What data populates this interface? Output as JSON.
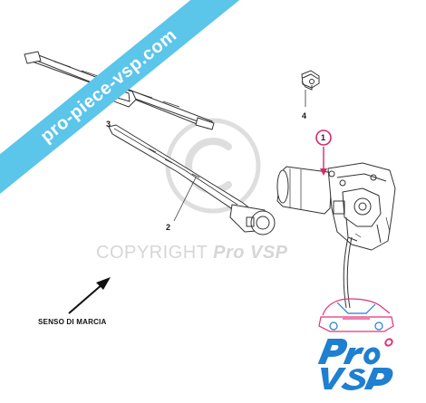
{
  "watermark": {
    "banner_text": "pro-piece-vsp.com",
    "copyright_word": "COPYRIGHT",
    "copyright_brand": "Pro VSP"
  },
  "parts": [
    {
      "id": "1",
      "label": "1",
      "circled": true
    },
    {
      "id": "2",
      "label": "2",
      "circled": false
    },
    {
      "id": "3",
      "label": "3",
      "circled": false
    },
    {
      "id": "4",
      "label": "4",
      "circled": false
    }
  ],
  "direction_caption": "SENSO DI MARCIA",
  "logo": {
    "line1": "Pro",
    "line2": "VSP"
  },
  "colors": {
    "banner": "#5bc5ea",
    "logo_blue": "#1f7fd0",
    "logo_pink": "#e0357b",
    "highlight": "#d42a6a",
    "line": "#333333",
    "watermark": "#d9d9d9"
  }
}
